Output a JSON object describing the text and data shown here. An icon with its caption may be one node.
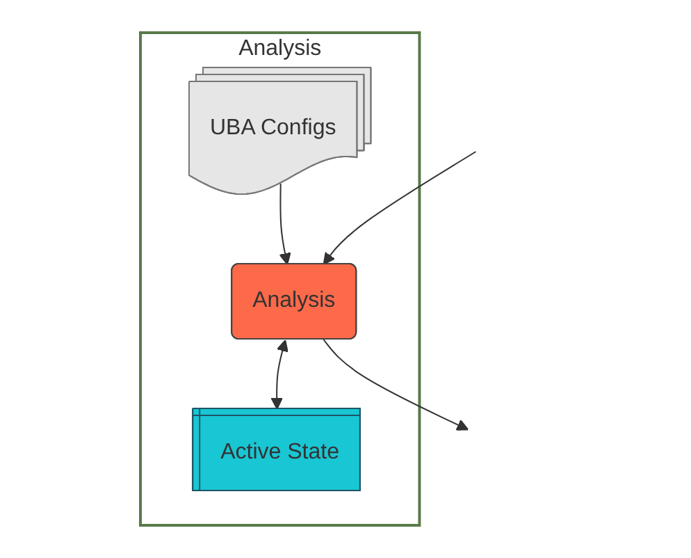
{
  "diagram": {
    "nodes": [
      {
        "text": [
          "Analysis"
        ]
      },
      {
        "text": [
          "UBA Configs"
        ],
        "in": 0
      },
      {
        "text": [
          "Analysis"
        ],
        "in": 0
      },
      {
        "text": [
          "Active State"
        ],
        "in": 0
      }
    ],
    "edges": [
      {
        "from": 1,
        "to": 2,
        "arrow": "to"
      },
      {
        "from": null,
        "to": 2,
        "arrow": "to"
      },
      {
        "from": 2,
        "to": 3,
        "arrow": "both"
      },
      {
        "from": 2,
        "to": null,
        "arrow": "to"
      }
    ]
  }
}
